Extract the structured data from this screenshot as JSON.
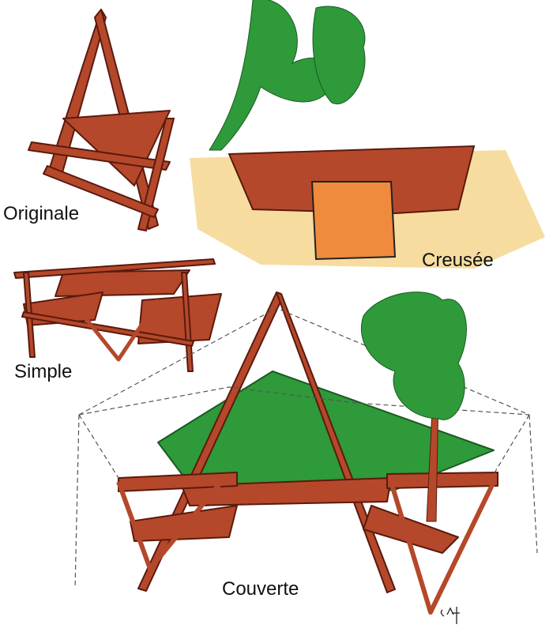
{
  "labels": {
    "originale": "Originale",
    "creusee": "Creusée",
    "simple": "Simple",
    "couverte": "Couverte"
  },
  "signature": "CAT",
  "colors": {
    "wood": "#b5482a",
    "wood_dark": "#5a1a0e",
    "foliage": "#2e9a3a",
    "ground": "#f7dca0",
    "door": "#f08a3c"
  }
}
